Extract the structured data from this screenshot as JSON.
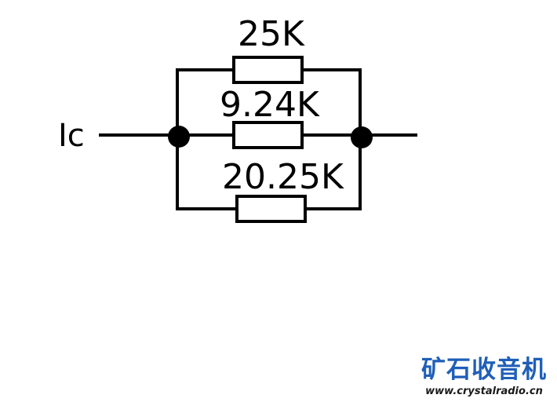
{
  "current_label": "Ic",
  "resistors": [
    {
      "label": "25K"
    },
    {
      "label": "9.24K"
    },
    {
      "label": "20.25K"
    }
  ],
  "watermark": {
    "title": "矿石收音机",
    "url": "www.crystalradio.cn",
    "color": "#1f5fb8"
  }
}
